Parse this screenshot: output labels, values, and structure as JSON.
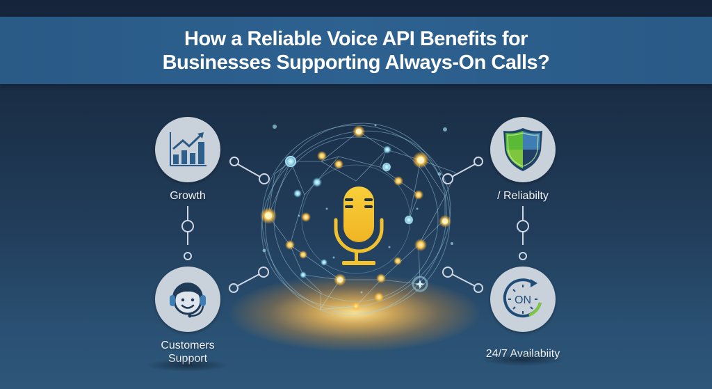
{
  "header": {
    "title_line1": "How a Reliable Voice API Benefits for",
    "title_line2": "Businesses Supporting Always-On Calls?"
  },
  "center": {
    "icon": "microphone-icon",
    "network": "glowing-node-network"
  },
  "features": [
    {
      "id": "growth",
      "label": "Growth",
      "icon": "growth-chart-icon"
    },
    {
      "id": "customer-support",
      "label_line1": "Customers",
      "label_line2": "Support",
      "icon": "headset-agent-icon"
    },
    {
      "id": "reliability",
      "label": "/ Reliabilty",
      "icon": "shield-icon"
    },
    {
      "id": "availability",
      "label": "24/7 Availabiity",
      "icon": "clock-on-icon",
      "badge": "ON"
    }
  ],
  "colors": {
    "banner": "#2d6190",
    "background_top": "#15243a",
    "background_bottom": "#2d5678",
    "icon_circle": "#c9d1da",
    "microphone": "#f2c12e",
    "glow": "#ffd27a",
    "node_blue": "#8fd3ea",
    "connector": "#cfd8e2",
    "shield_green": "#5ab935",
    "shield_blue": "#3f7eb5",
    "icon_navy": "#1f4d78"
  }
}
